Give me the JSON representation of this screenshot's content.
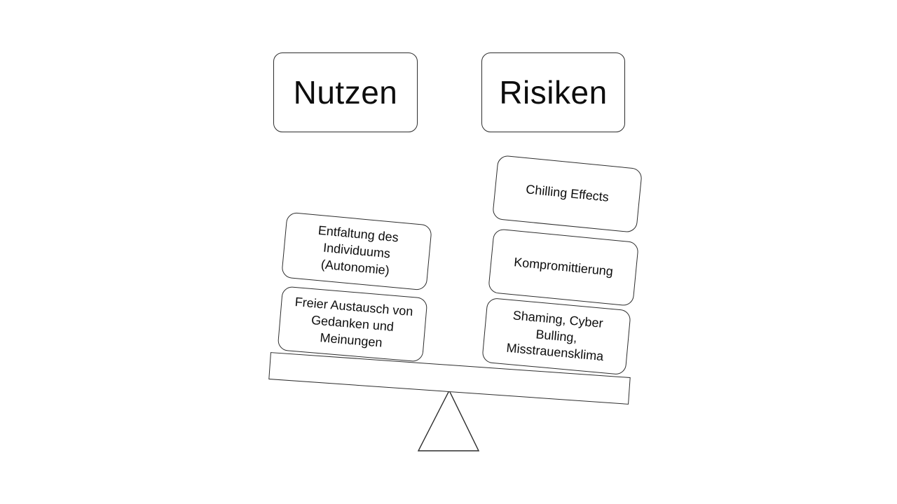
{
  "diagram": {
    "type": "balance-seesaw",
    "title_left": "Nutzen",
    "title_right": "Risiken",
    "benefits": [
      {
        "text": "Entfaltung des\nIndividuums\n(Autonomie)"
      },
      {
        "text": "Freier Austausch von\nGedanken und\nMeinungen"
      }
    ],
    "risks": [
      {
        "text": "Chilling Effects"
      },
      {
        "text": "Kompromittierung"
      },
      {
        "text": "Shaming, Cyber\nBulling,\nMisstrauensklima"
      }
    ],
    "balance": {
      "tilt_direction": "down-right",
      "heavier_side": "Risiken"
    },
    "colors": {
      "background": "#ffffff",
      "shape_fill": "#ffffff",
      "outline": "#2d2d2d",
      "text": "#0d0d0d"
    }
  }
}
